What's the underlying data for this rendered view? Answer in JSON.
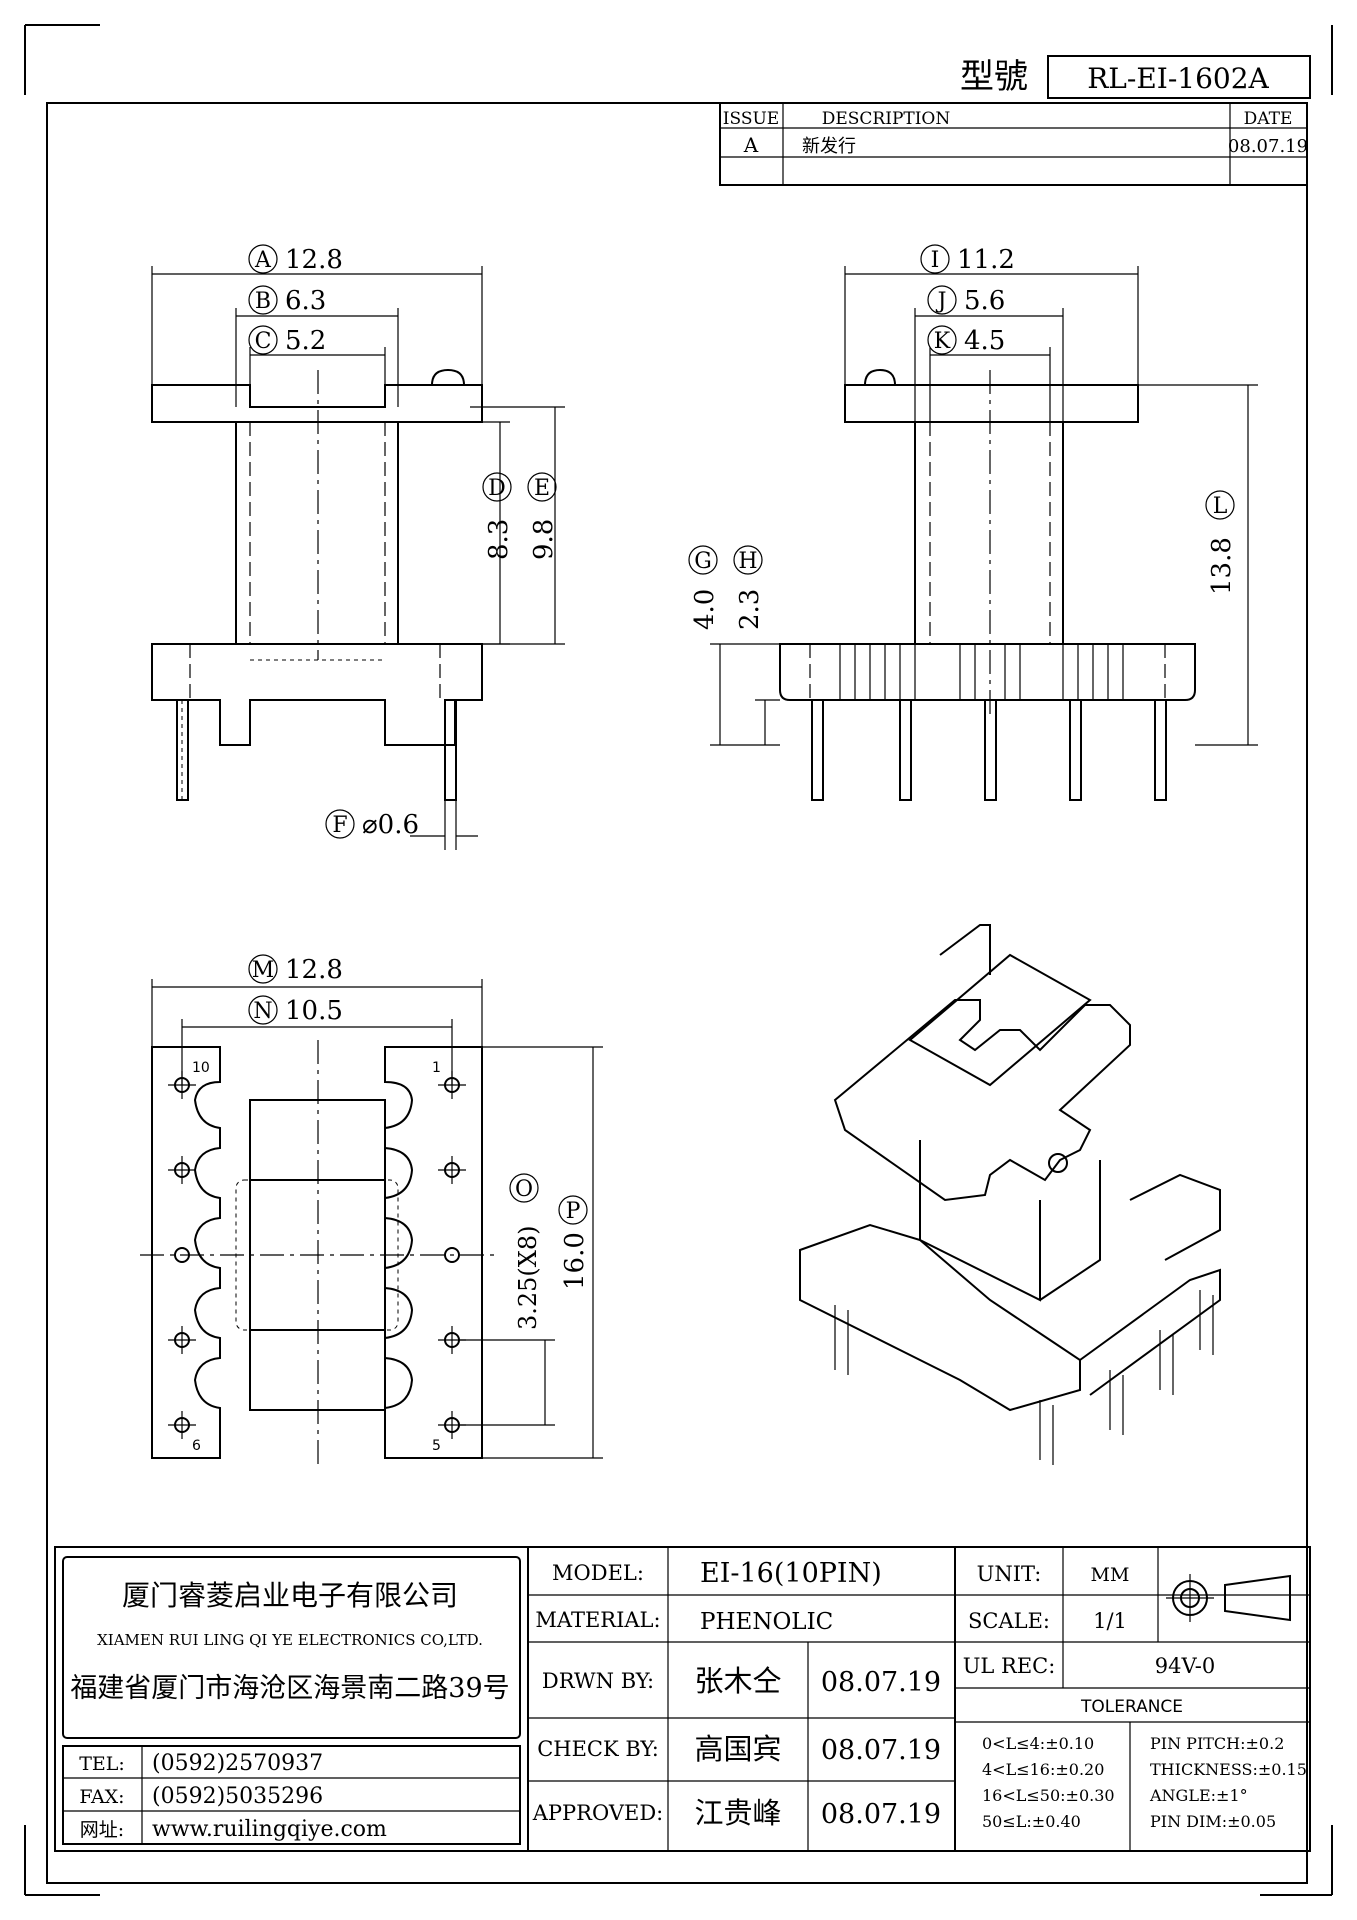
{
  "title_block": {
    "model_no_label": "型號",
    "model_no": "RL-EI-1602A"
  },
  "revision": {
    "headers": [
      "ISSUE",
      "DESCRIPTION",
      "DATE"
    ],
    "rows": [
      [
        "A",
        "新发行",
        "08.07.19"
      ]
    ]
  },
  "dimensions": {
    "A": {
      "letter": "A",
      "value": "12.8"
    },
    "B": {
      "letter": "B",
      "value": "6.3"
    },
    "C": {
      "letter": "C",
      "value": "5.2"
    },
    "D": {
      "letter": "D",
      "value": "8.3"
    },
    "E": {
      "letter": "E",
      "value": "9.8"
    },
    "F": {
      "letter": "F",
      "value": "⌀0.6"
    },
    "G": {
      "letter": "G",
      "value": "4.0"
    },
    "H": {
      "letter": "H",
      "value": "2.3"
    },
    "I": {
      "letter": "I",
      "value": "11.2"
    },
    "J": {
      "letter": "J",
      "value": "5.6"
    },
    "K": {
      "letter": "K",
      "value": "4.5"
    },
    "L": {
      "letter": "L",
      "value": "13.8"
    },
    "M": {
      "letter": "M",
      "value": "12.8"
    },
    "N": {
      "letter": "N",
      "value": "10.5"
    },
    "O": {
      "letter": "O",
      "value": "3.25(X8)"
    },
    "P": {
      "letter": "P",
      "value": "16.0"
    }
  },
  "pin_labels": {
    "p10": "10",
    "p1": "1",
    "p6": "6",
    "p5": "5"
  },
  "company": {
    "name_cn": "厦门睿菱启业电子有限公司",
    "name_en": "XIAMEN RUI LING QI YE ELECTRONICS CO,LTD.",
    "address": "福建省厦门市海沧区海景南二路39号",
    "tel_label": "TEL:",
    "tel": "(0592)2570937",
    "fax_label": "FAX:",
    "fax": "(0592)5035296",
    "web_label": "网址:",
    "web": "www.ruilingqiye.com"
  },
  "spec": {
    "model_label": "MODEL:",
    "model": "EI-16(10PIN)",
    "material_label": "MATERIAL:",
    "material": "PHENOLIC",
    "drawn_label": "DRWN BY:",
    "drawn_by": "张木仝",
    "drawn_date": "08.07.19",
    "check_label": "CHECK BY:",
    "check_by": "高国宾",
    "check_date": "08.07.19",
    "approved_label": "APPROVED:",
    "approved_by": "江贵峰",
    "approved_date": "08.07.19",
    "unit_label": "UNIT:",
    "unit": "MM",
    "scale_label": "SCALE:",
    "scale": "1/1",
    "ul_label": "UL REC:",
    "ul": "94V-0"
  },
  "tolerance": {
    "title": "TOLERANCE",
    "length": [
      "0<L≤4:±0.10",
      "4<L≤16:±0.20",
      "16<L≤50:±0.30",
      "50≤L:±0.40"
    ],
    "other": [
      "PIN PITCH:±0.2",
      "THICKNESS:±0.15",
      "ANGLE:±1°",
      "PIN DIM:±0.05"
    ]
  }
}
